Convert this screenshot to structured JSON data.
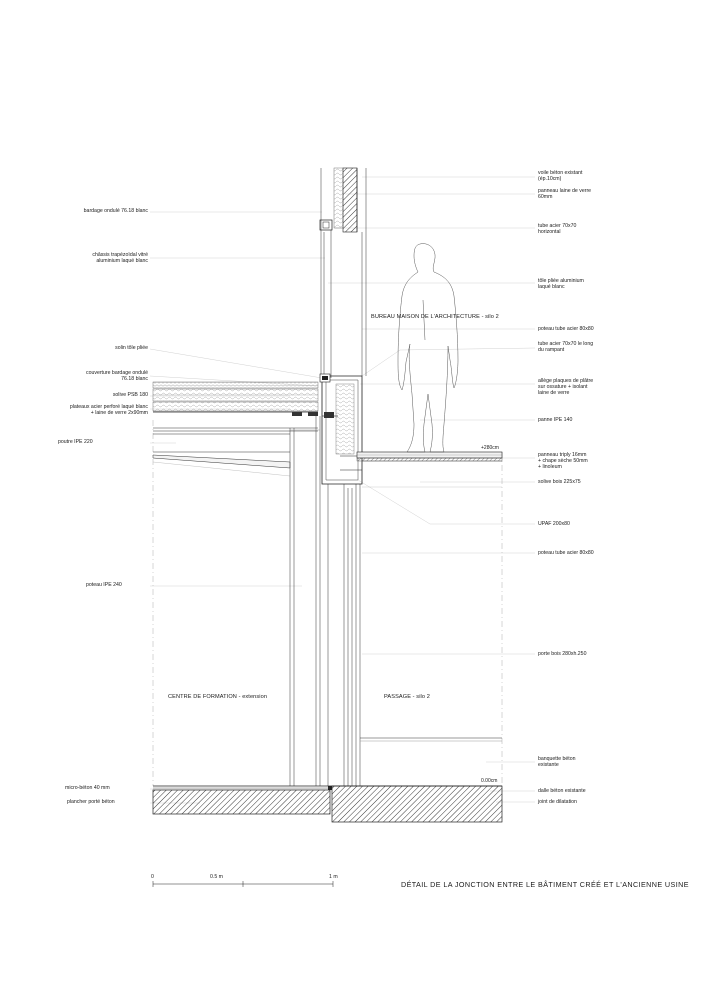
{
  "title": "DÉTAIL DE LA JONCTION ENTRE LE BÂTIMENT CRÉÉ ET L'ANCIENNE USINE",
  "rooms": {
    "bureau": "BUREAU MAISON DE L'ARCHITECTURE - silo 2",
    "centre": "CENTRE DE FORMATION - extension",
    "passage": "PASSAGE - silo 2"
  },
  "levels": {
    "upper": "+280cm",
    "ground": "0.00cm"
  },
  "labels_left": [
    "bardage ondulé 76.18 blanc",
    "châssis trapézoïdal vitré\naluminium laqué blanc",
    "solin tôle pliée",
    "couverture bardage ondulé\n76.18 blanc",
    "solive PSB 180",
    "plateaux acier perforé laqué blanc\n+ laine de verre 2x90mm",
    "poutre IPE 220",
    "poteau IPE 240",
    "micro-béton 40 mm",
    "plancher porté béton"
  ],
  "labels_right": [
    "voile béton existant\n(ép.10cm)",
    "panneau laine de verre\n60mm",
    "tube acier 70x70\nhorizontal",
    "tôle pliée aluminium\nlaqué blanc",
    "poteau tube acier 80x80",
    "tube acier 70x70 le long\ndu rampant",
    "allège plaques de plâtre\nsur ossature + isolant\nlaine de verre",
    "panne IPE 140",
    "panneau triply 16mm\n+ chape sèche 50mm\n+ linoleum",
    "solive bois 225x75",
    "UPAF 200x80",
    "poteau tube acier 80x80",
    "porte bois 280xh.250",
    "banquette béton\nexistante",
    "dalle béton existante",
    "joint de dilatation"
  ],
  "scale": {
    "ticks": [
      "0",
      "0.5 m",
      "1 m"
    ]
  }
}
